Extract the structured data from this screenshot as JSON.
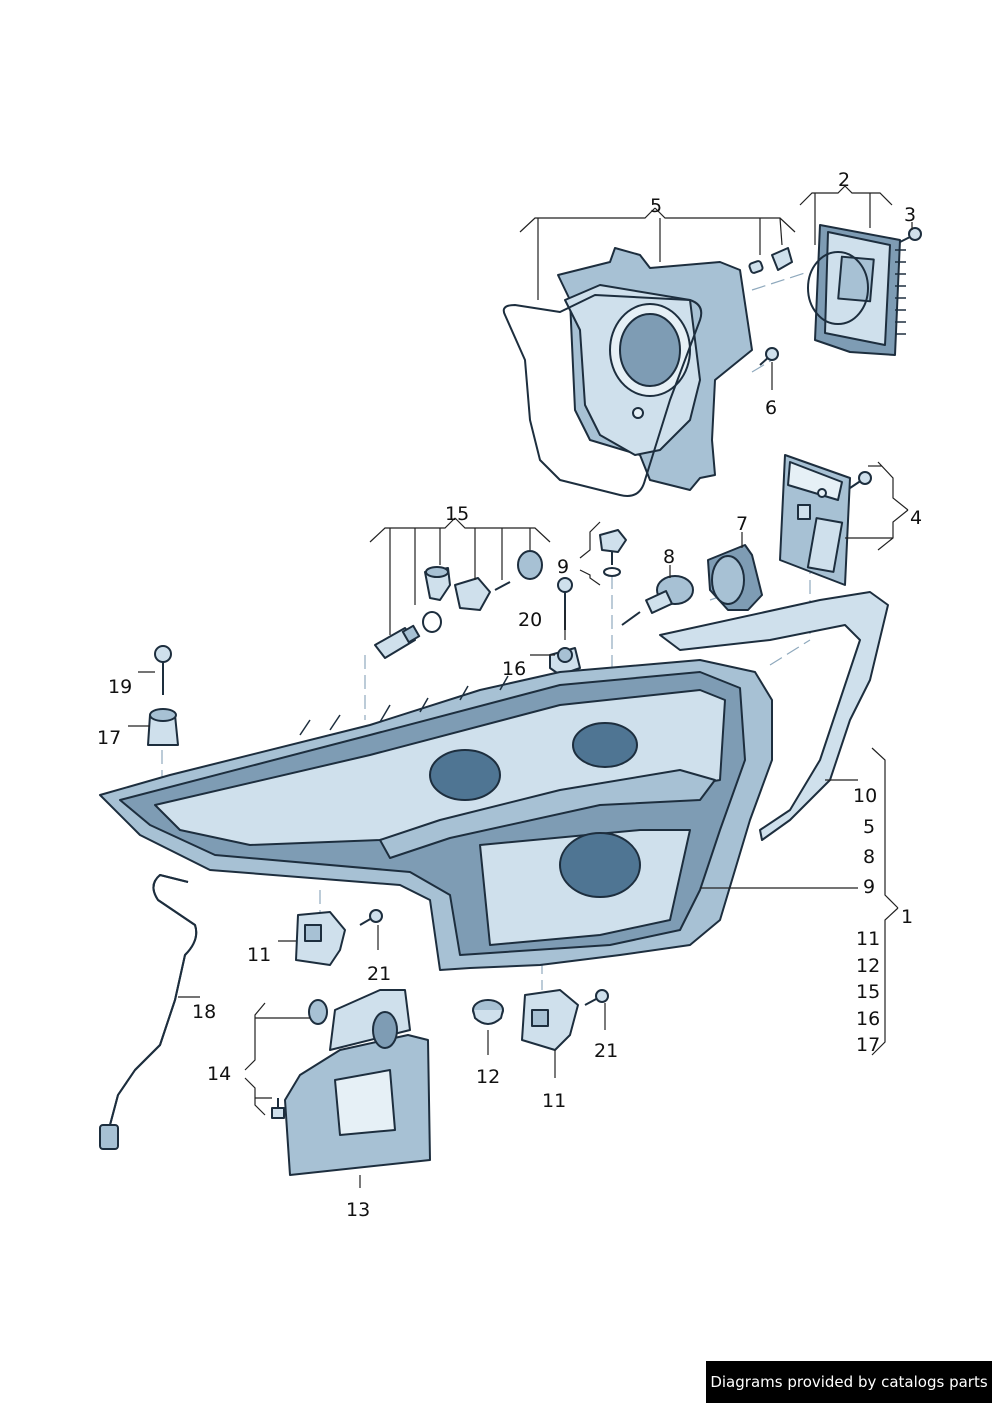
{
  "callouts": {
    "c1": "1",
    "c2": "2",
    "c3": "3",
    "c4": "4",
    "c5_top": "5",
    "c6": "6",
    "c7": "7",
    "c8": "8",
    "c9_top": "9",
    "c10": "10",
    "c11_left": "11",
    "c11_bottom": "11",
    "c12": "12",
    "c13": "13",
    "c14": "14",
    "c15": "15",
    "c16": "16",
    "c17": "17",
    "c18": "18",
    "c19": "19",
    "c20": "20",
    "c21_left": "21",
    "c21_right": "21"
  },
  "group_list": {
    "upper": [
      "10",
      "5",
      "8",
      "9"
    ],
    "lower": [
      "11",
      "12",
      "15",
      "16",
      "17"
    ]
  },
  "credit": "Diagrams provided by catalogs parts"
}
